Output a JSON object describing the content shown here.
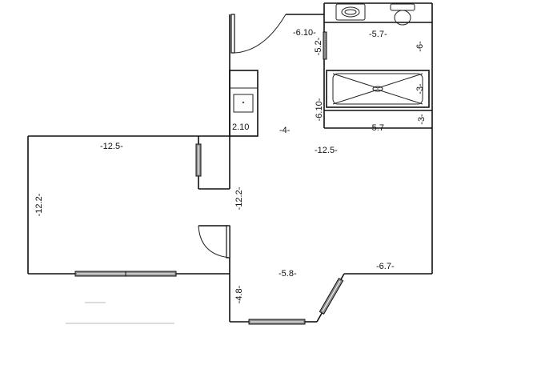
{
  "labels": {
    "bath_upper_width": "-5.7-",
    "bath_side": "-6-",
    "hall_width": "-6.10-",
    "bath_door_gap": "-5.2-",
    "tub_length": "-3-",
    "tub_side": "-6.10-",
    "bath_lower_width": "-5.7-",
    "bath_lower_side": "-3-",
    "closet": "2.10",
    "hall_center": "-4-",
    "main_room_width": "-12.5-",
    "left_room_width": "-12.5-",
    "left_room_height": "-12.2-",
    "inner_wall_height": "-12.2-",
    "bottom_center": "-5.8-",
    "bottom_right": "-6.7-",
    "bottom_left_side": "-4.8-"
  }
}
